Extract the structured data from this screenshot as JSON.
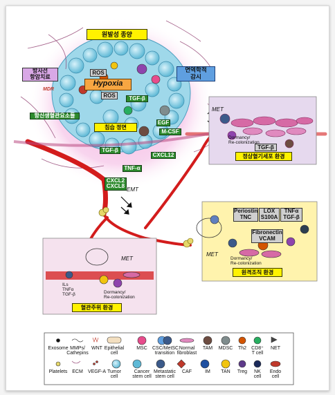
{
  "labels": {
    "primary_tumor": "원발성 종양",
    "radiation": "방사선\n항암치료",
    "immune_surveillance": "면역학적\n감시",
    "mdr": "MDR",
    "hypoxia": "Hypoxia",
    "ros_top": "ROS",
    "ros_mid": "ROS",
    "tgfb_top": "TGF-β",
    "anti_angio": "항신생혈관요소들",
    "invasion_front": "침습 정면",
    "egf": "EGF",
    "mcsf": "M-CSF",
    "cxcl12": "CXCL12",
    "tgfb_vessel": "TGF-β",
    "tnfa_vessel": "TNF-α",
    "cxcl2_8": "CXCL2\nCXCL8",
    "emt": "EMT",
    "met_right": "MET",
    "dormancy_right": "Dormancy/\nRe-colonization",
    "tgfb_right": "TGF-β",
    "normal_tissue_env": "정상혈기세포 환경",
    "periostin": "Periostin\nTNC",
    "lox": "LOX\nS100A",
    "tnfa_tgfb": "TNFα\nTGF-β",
    "fibronectin": "Fibronectin\nVCAM",
    "met_distant": "MET",
    "dormancy_distant": "Dormancy/\nRe-colonization",
    "distant_env": "원격조직 환경",
    "met_peri": "MET",
    "ils": "ILs\nTNFα\nTGF-β",
    "dormancy_peri": "Dormancy/\nRe-colonization",
    "perivascular_env": "혈관주위 환경"
  },
  "legend": [
    {
      "icon": "exosome-icon",
      "label": "Exosome"
    },
    {
      "icon": "mmps-cathepins-icon",
      "label": "MMPs/\nCathepins"
    },
    {
      "icon": "wnt-icon",
      "label": "WNT"
    },
    {
      "icon": "epithelial-cell-icon",
      "label": "Epithelial\ncell"
    },
    {
      "icon": "msc-icon",
      "label": "MSC"
    },
    {
      "icon": "csc-metsc-transition-icon",
      "label": "CSC/MetSC\ntransition"
    },
    {
      "icon": "normal-fibroblast-icon",
      "label": "Normal\nfibroblast"
    },
    {
      "icon": "tam-icon",
      "label": "TAM"
    },
    {
      "icon": "mdsc-icon",
      "label": "MDSC"
    },
    {
      "icon": "th2-icon",
      "label": "Th2"
    },
    {
      "icon": "cd8-t-cell-icon",
      "label": "CD8⁺\nT cell"
    },
    {
      "icon": "net-icon",
      "label": "NET"
    },
    {
      "icon": "platelets-icon",
      "label": "Platelets"
    },
    {
      "icon": "ecm-icon",
      "label": "ECM"
    },
    {
      "icon": "vegf-a-icon",
      "label": "VEGF-A"
    },
    {
      "icon": "tumor-cell-icon",
      "label": "Tumor\ncell"
    },
    {
      "icon": "cancer-stem-cell-icon",
      "label": "Cancer\nstem cell"
    },
    {
      "icon": "metastatic-stem-cell-icon",
      "label": "Metastatic\nstem cell"
    },
    {
      "icon": "caf-icon",
      "label": "CAF"
    },
    {
      "icon": "im-icon",
      "label": "IM"
    },
    {
      "icon": "tan-icon",
      "label": "TAN"
    },
    {
      "icon": "treg-icon",
      "label": "Treg"
    },
    {
      "icon": "nk-cell-icon",
      "label": "NK\ncell"
    },
    {
      "icon": "endo-cell-icon",
      "label": "Endo\ncell"
    }
  ],
  "colors": {
    "vessel": "#d31c1c",
    "tumor_halo": "#f6c6e8",
    "tumor_cells": "#8fd3e8",
    "panel_purple": "#e9dcef",
    "panel_yellow": "#fff6b0",
    "panel_pink": "#f3e4ee"
  }
}
